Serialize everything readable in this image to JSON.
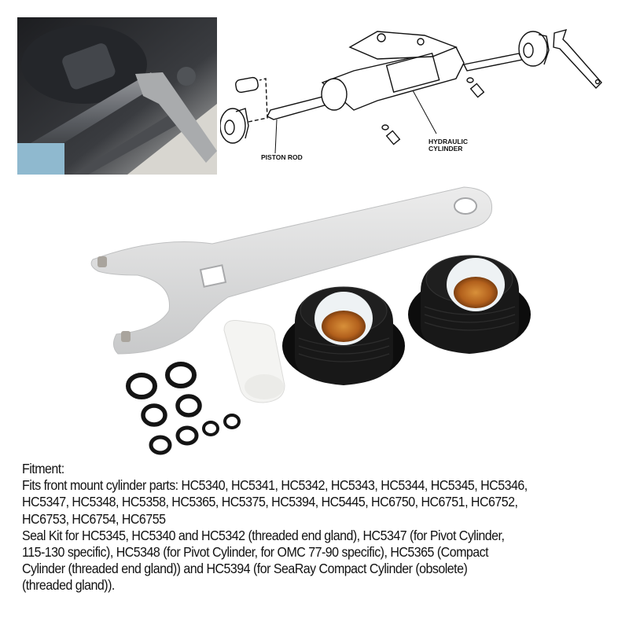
{
  "photo": {
    "description": "close-up photo of spanner wrench on hydraulic cylinder gland"
  },
  "diagram": {
    "labels": {
      "piston_rod": "PISTON ROD",
      "hydraulic_cylinder_line1": "HYDRAULIC",
      "hydraulic_cylinder_line2": "CYLINDER"
    }
  },
  "product": {
    "items": [
      "spanner-wrench",
      "white-seal-tool",
      "end-gland-1",
      "end-gland-2",
      "o-rings"
    ],
    "colors": {
      "wrench": "#d9dadb",
      "gland": "#111111",
      "seal": "#b86a22",
      "liner": "#eef2f4",
      "tube": "#f4f4f2",
      "oring": "#141414"
    }
  },
  "fitment": {
    "heading": "Fitment:",
    "line1": "Fits front mount cylinder parts: HC5340, HC5341, HC5342, HC5343, HC5344, HC5345, HC5346,",
    "line2": "HC5347, HC5348, HC5358, HC5365, HC5375, HC5394, HC5445, HC6750, HC6751, HC6752,",
    "line3": "HC6753, HC6754, HC6755",
    "line4": "Seal Kit for HC5345, HC5340 and HC5342 (threaded end gland), HC5347 (for Pivot Cylinder,",
    "line5": "115-130 specific), HC5348 (for Pivot Cylinder, for OMC 77-90 specific), HC5365 (Compact",
    "line6": "Cylinder (threaded end gland)) and HC5394 (for SeaRay Compact Cylinder (obsolete)",
    "line7": "(threaded gland))."
  }
}
